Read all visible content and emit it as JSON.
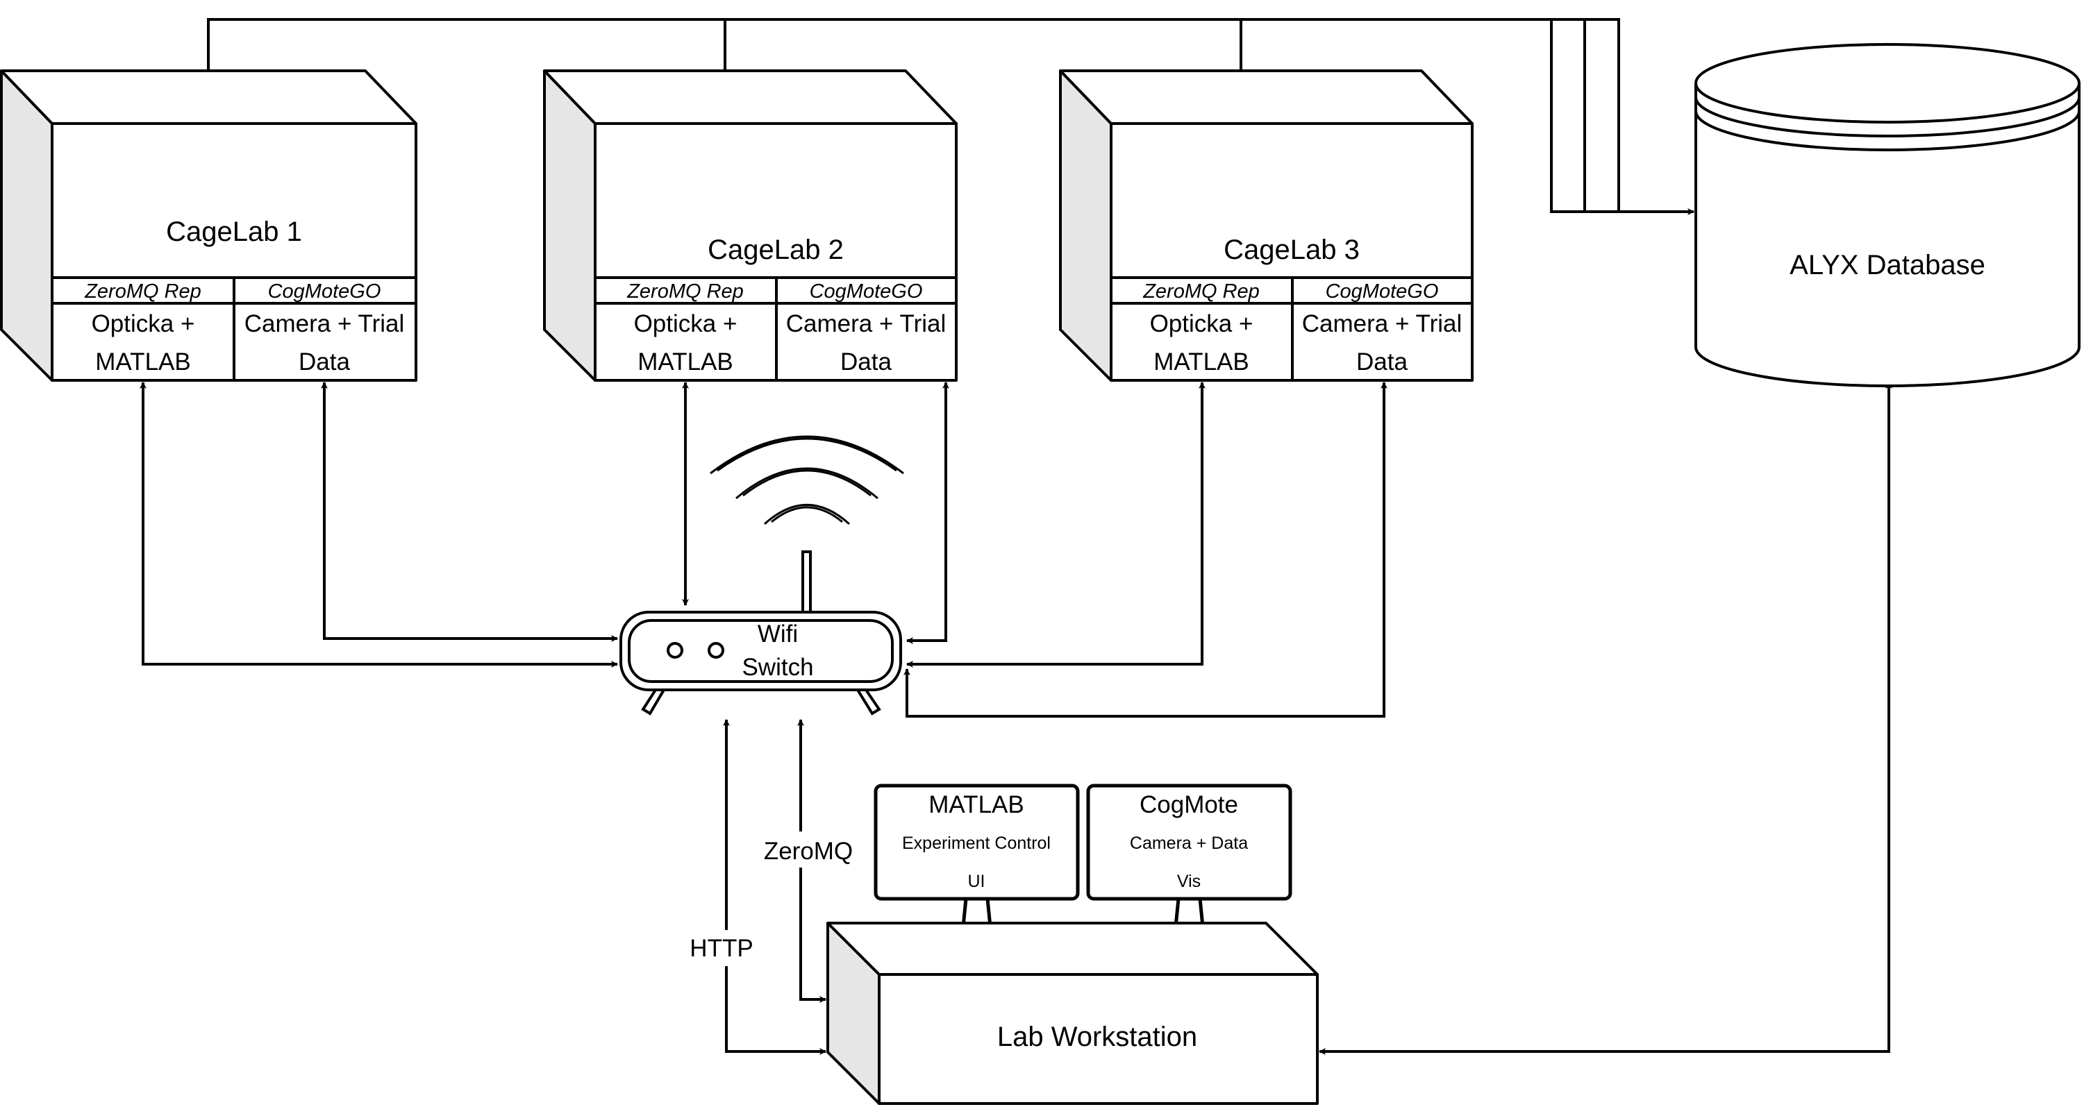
{
  "cagelabs": [
    {
      "title": "CageLab 1",
      "rep_label": "ZeroMQ Rep",
      "go_label": "CogMoteGO",
      "left_line1": "Opticka +",
      "left_line2": "MATLAB",
      "right_line1": "Camera + Trial",
      "right_line2": "Data"
    },
    {
      "title": "CageLab 2",
      "rep_label": "ZeroMQ Rep",
      "go_label": "CogMoteGO",
      "left_line1": "Opticka +",
      "left_line2": "MATLAB",
      "right_line1": "Camera + Trial",
      "right_line2": "Data"
    },
    {
      "title": "CageLab 3",
      "rep_label": "ZeroMQ Rep",
      "go_label": "CogMoteGO",
      "left_line1": "Opticka +",
      "left_line2": "MATLAB",
      "right_line1": "Camera + Trial",
      "right_line2": "Data"
    }
  ],
  "database": {
    "label": "ALYX Database"
  },
  "router": {
    "line1": "Wifi",
    "line2": "Switch"
  },
  "monitors": [
    {
      "title": "MATLAB",
      "sub1": "Experiment Control",
      "sub2": "UI"
    },
    {
      "title": "CogMote",
      "sub1": "Camera + Data",
      "sub2": "Vis"
    }
  ],
  "workstation": {
    "label": "Lab Workstation"
  },
  "edge_labels": {
    "zeromq": "ZeroMQ",
    "http": "HTTP"
  },
  "colors": {
    "stroke": "#000000",
    "fill": "#ffffff",
    "side_fill": "#e6e6e6"
  }
}
